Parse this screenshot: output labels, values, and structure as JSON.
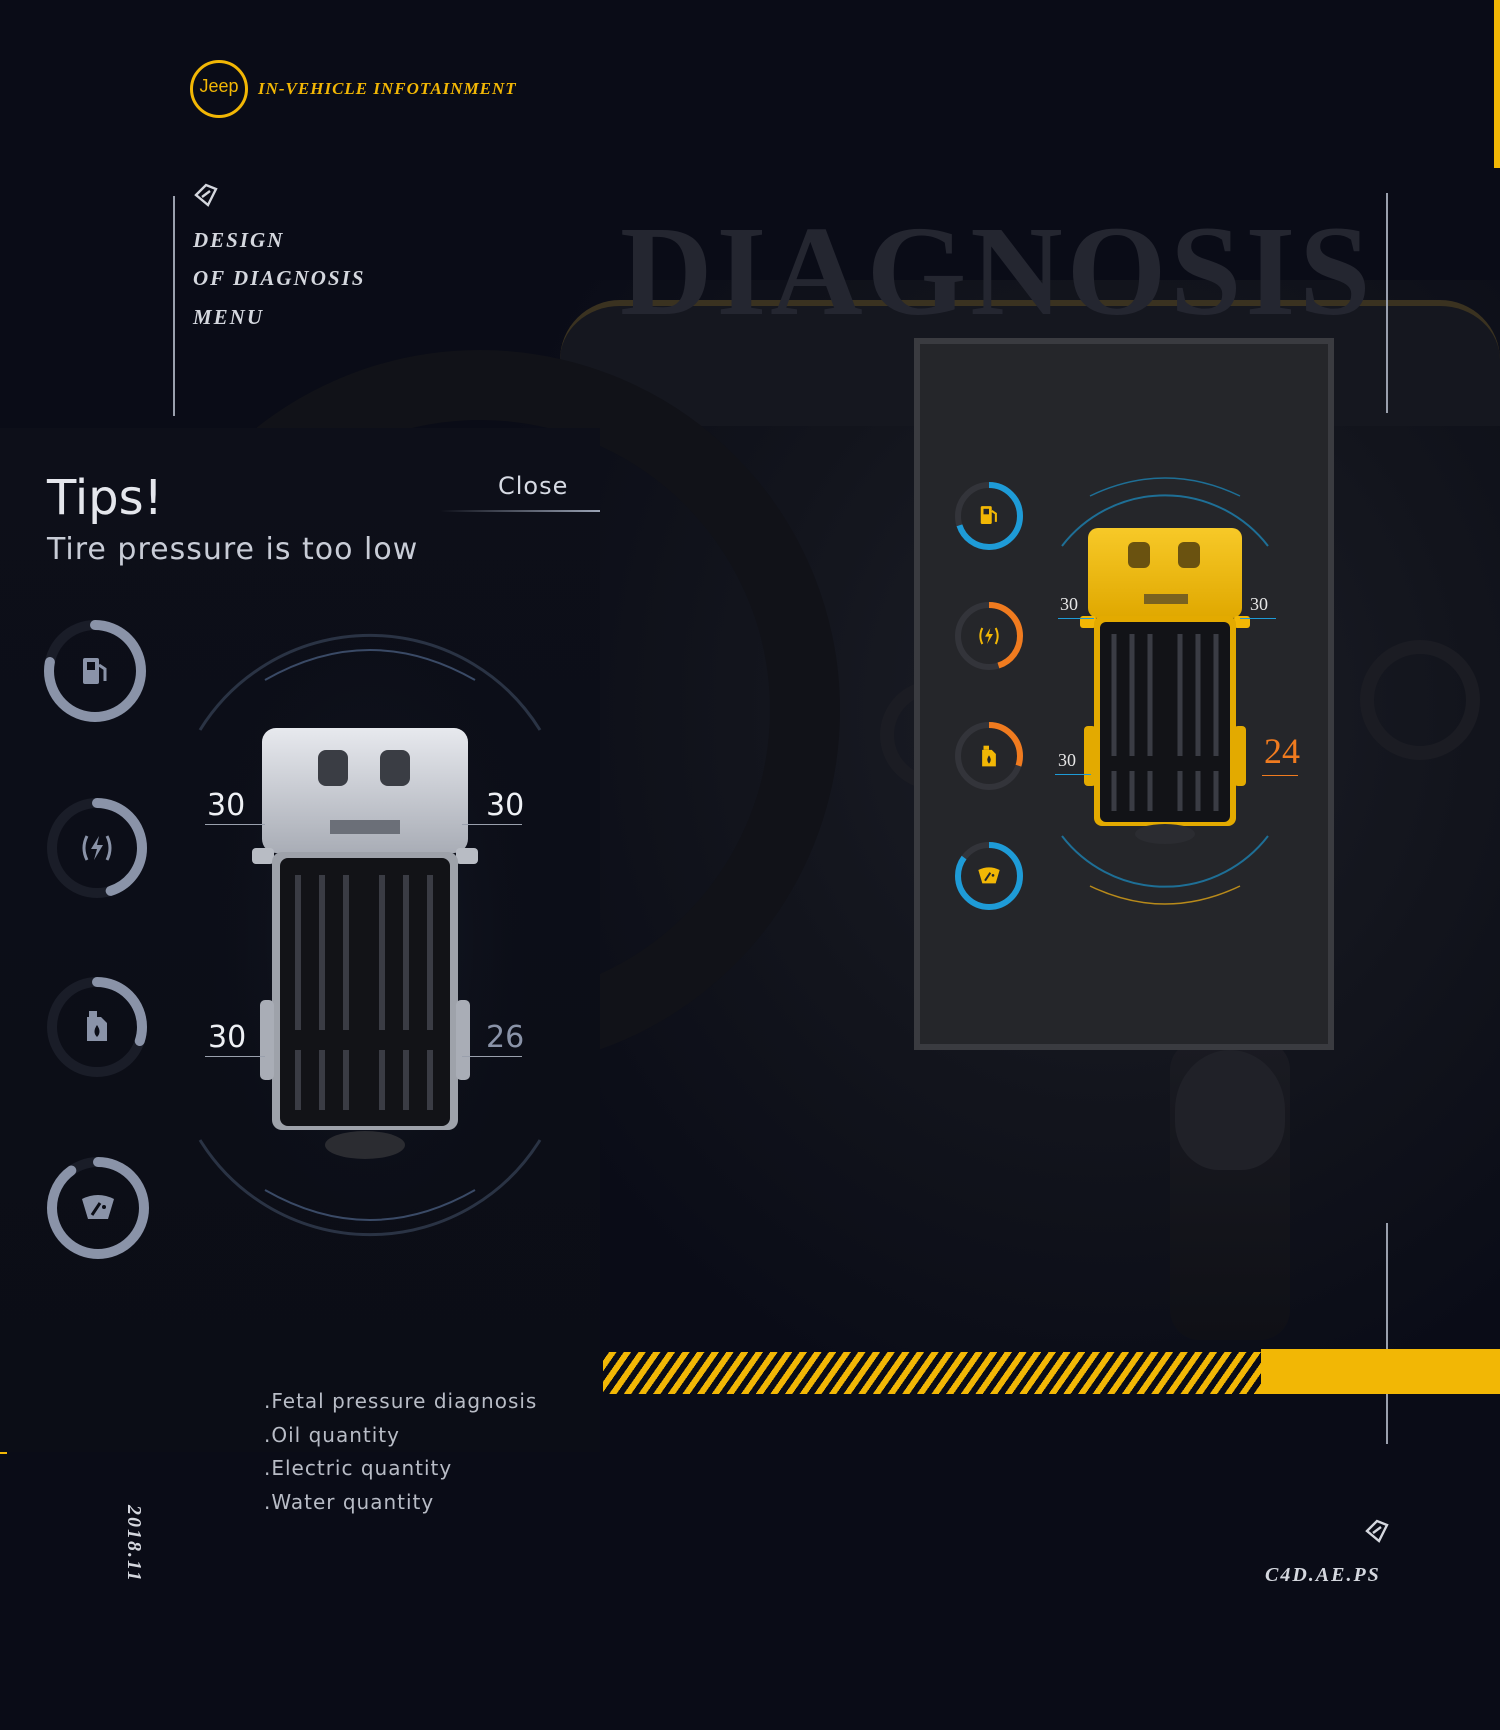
{
  "brand": {
    "logo_text": "Jeep",
    "title": "IN-VEHICLE INFOTAINMENT"
  },
  "side_title": [
    "DESIGN",
    "OF DIAGNOSIS",
    "MENU"
  ],
  "background_word": "DIAGNOSIS",
  "tips": {
    "title": "Tips!",
    "message": "Tire pressure is too low",
    "close_label": "Close"
  },
  "left_gauges": [
    {
      "icon": "fuel-pump-icon",
      "level": 0.78
    },
    {
      "icon": "battery-charge-icon",
      "level": 0.45
    },
    {
      "icon": "oil-can-icon",
      "level": 0.3
    },
    {
      "icon": "windshield-washer-icon",
      "level": 0.9
    }
  ],
  "left_tires": {
    "front_left": "30",
    "front_right": "30",
    "rear_left": "30",
    "rear_right": "26"
  },
  "features": [
    ".Fetal pressure diagnosis",
    ".Oil quantity",
    ".Electric quantity",
    ".Water quantity"
  ],
  "right_gauges": [
    {
      "icon": "fuel-pump-icon",
      "level": 0.7,
      "color": "#1e9bd7"
    },
    {
      "icon": "battery-charge-icon",
      "level": 0.45,
      "color": "#f07b1f"
    },
    {
      "icon": "oil-can-icon",
      "level": 0.3,
      "color": "#f07b1f"
    },
    {
      "icon": "windshield-washer-icon",
      "level": 0.85,
      "color": "#1e9bd7"
    }
  ],
  "right_tires": {
    "front_left": "30",
    "front_right": "30",
    "rear_left": "30",
    "rear_right": "24"
  },
  "date": "2018.11",
  "tools": "C4D.AE.PS",
  "colors": {
    "accent": "#f2b705",
    "warning": "#f07b1f",
    "info": "#1e9bd7",
    "gauge_grey": "#8a93a8"
  }
}
